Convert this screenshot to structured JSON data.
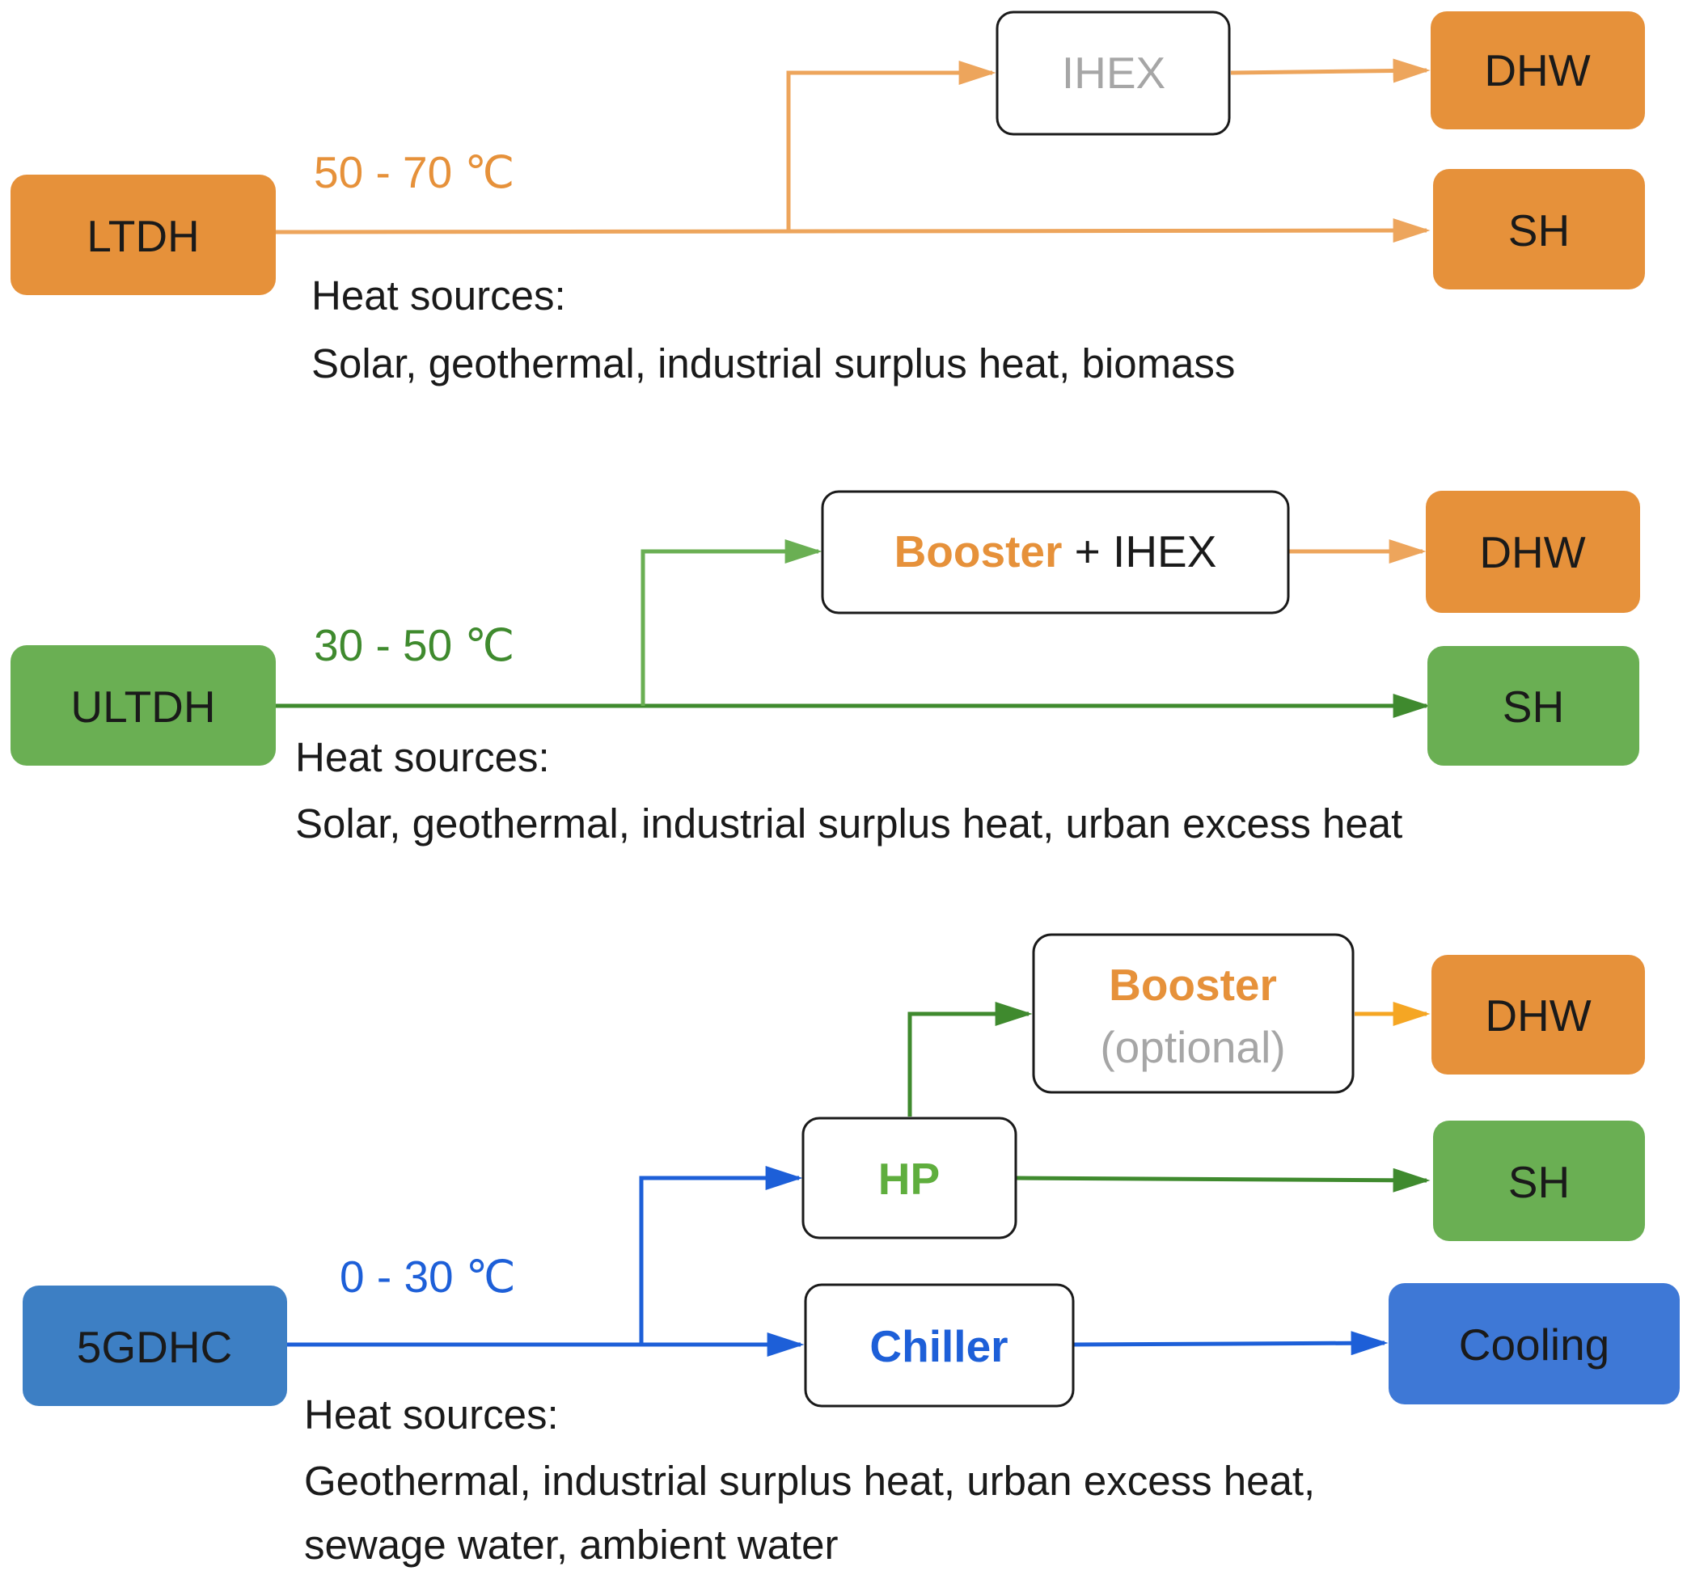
{
  "colors": {
    "orange": "#E6913A",
    "orange_line": "#EDA55C",
    "orange_bright": "#F5A623",
    "green_box": "#6AAF53",
    "green_line": "#3F8A2E",
    "green_text": "#5FAE3E",
    "blue_box": "#3D7FC4",
    "blue_box_cooling": "#3E78D6",
    "blue_line": "#1D5FD8",
    "gray_text": "#A6A6A6",
    "dark_text": "#1a1a1a"
  },
  "ltdh": {
    "source": "LTDH",
    "temperature": "50 - 70 ℃",
    "ihex": "IHEX",
    "dhw": "DHW",
    "sh": "SH",
    "heat_sources_label": "Heat sources:",
    "heat_sources": "Solar, geothermal, industrial surplus heat, biomass"
  },
  "ultdh": {
    "source": "ULTDH",
    "temperature": "30 - 50 ℃",
    "booster": "Booster",
    "plus_ihex": " + IHEX",
    "dhw": "DHW",
    "sh": "SH",
    "heat_sources_label": "Heat sources:",
    "heat_sources": "Solar, geothermal, industrial surplus heat, urban excess heat"
  },
  "g5dhc": {
    "source": "5GDHC",
    "temperature": "0 - 30 ℃",
    "booster": "Booster",
    "optional": "(optional)",
    "hp": "HP",
    "chiller": "Chiller",
    "dhw": "DHW",
    "sh": "SH",
    "cooling": "Cooling",
    "heat_sources_label": "Heat sources:",
    "heat_sources_line1": "Geothermal, industrial surplus heat, urban excess heat,",
    "heat_sources_line2": "sewage water, ambient water"
  }
}
